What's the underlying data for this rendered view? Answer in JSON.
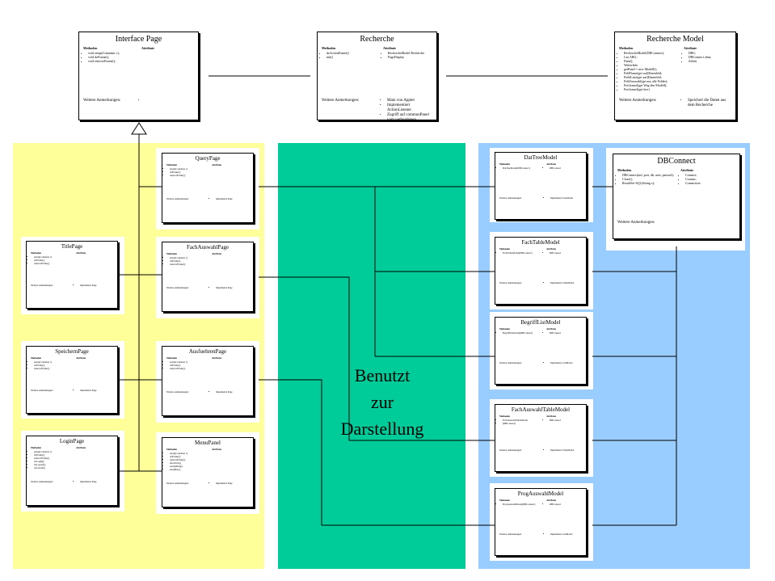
{
  "zones": {
    "yellow": "#ffff99",
    "green": "#00cc99",
    "blue": "#99ccff"
  },
  "center_label": [
    "Benutzt",
    "zur",
    "Darstellung"
  ],
  "boxes": {
    "interface_page": {
      "title": "Interface Page",
      "col1_head": "Methoden",
      "col1_items": [
        "void setup(Container c);",
        "void doFrame();",
        "void removeFrame();"
      ],
      "col2_head": "Attribute",
      "col2_items": [],
      "notes_label": "Weitere Anmerkungen:",
      "notes_items": [
        ""
      ]
    },
    "recherche": {
      "title": "Recherche",
      "col1_head": "Methoden",
      "col1_items": [
        "doActionFrame()",
        "init()"
      ],
      "col2_head": "Attribute",
      "col2_items": [
        "RechercheModel Recherche",
        "PageDisplay"
      ],
      "notes_label": "Weitere Anmerkungen:",
      "notes_items": [
        "Main von Applet",
        "Implementiert ActionListener",
        "Zugriff auf commonPanel vom verbundenen Elemente"
      ]
    },
    "recherche_model": {
      "title": "Recherche Model",
      "col1_head": "Methoden",
      "col1_items": [
        "RechercheModel(DBConnect);",
        "List ARG;",
        "Data();",
        "WeiterInfo",
        "getPanel = new Modell();",
        "FeldName(get auf)Datenfeld;",
        "FieldListe(get auf)Datenfeld;",
        "FeldAuswahl(get aus alle Felder);",
        "Freiformel(get Weg den Modell);",
        "Freiformel(get leer)"
      ],
      "col2_head": "Attribute",
      "col2_items": [
        "DBC;",
        "DBConnect alias;",
        "Zeilen"
      ],
      "notes_label": "Weitere Anmerkungen:",
      "notes_items": [
        "Speichert die Daten aus dem Recherche"
      ]
    },
    "dbconnect": {
      "title": "DBConnect",
      "col1_head": "Methoden",
      "col1_items": [
        "DBConnect(url, port, db, user, passwd);",
        "Close();",
        "ResultSet SQL(String s);"
      ],
      "col2_head": "Attribute",
      "col2_items": [
        "Connect;",
        "Comms;",
        "Connection"
      ],
      "notes_label": "Weitere Anmerkungen:",
      "notes_items": []
    },
    "query_page": {
      "title": "QueryPage",
      "col1_head": "Methoden",
      "col1_items": [
        "setup(Container c)",
        "doFrame();",
        "removeFrame();"
      ],
      "col2_head": "Attribute",
      "col2_items": [],
      "notes_label": "Weitere Anmerkungen:",
      "notes_items": [
        "implements Page"
      ]
    },
    "fach_auswahl_page": {
      "title": "FachAuswahlPage",
      "col1_head": "Methoden",
      "col1_items": [
        "setup(Container c)",
        "doFrame();",
        "removeFrame();"
      ],
      "col2_head": "Attribute",
      "col2_items": [],
      "notes_label": "Weitere Anmerkungen:",
      "notes_items": [
        "implements Page"
      ]
    },
    "aus_fuehren_page": {
      "title": "AusfuehrenPage",
      "col1_head": "Methoden",
      "col1_items": [
        "setup(Container c)",
        "doFrame();",
        "removeFrame();"
      ],
      "col2_head": "Attribute",
      "col2_items": [],
      "notes_label": "Weitere Anmerkungen:",
      "notes_items": [
        "implements Page"
      ]
    },
    "menu_panel": {
      "title": "MenuPanel",
      "col1_head": "Methoden",
      "col1_items": [
        "setup(Container c)",
        "doFrame();",
        "removeFrame();",
        "showInfo();",
        "setupMenu();",
        "setupBar();"
      ],
      "col2_head": "Attribute",
      "col2_items": [],
      "notes_label": "Weitere Anmerkungen:",
      "notes_items": [
        "implements Page"
      ]
    },
    "title_page": {
      "title": "TitlePage",
      "col1_head": "Methoden",
      "col1_items": [
        "setup(Container c)",
        "doFrame();",
        "removeFrame();"
      ],
      "col2_head": "Attribute",
      "col2_items": [],
      "notes_label": "Weitere Anmerkungen:",
      "notes_items": [
        "implements Page"
      ]
    },
    "speichern_page": {
      "title": "SpeichernPage",
      "col1_head": "Methoden",
      "col1_items": [
        "setup(Container c)",
        "doFrame();",
        "removeFrame();"
      ],
      "col2_head": "Attribute",
      "col2_items": [],
      "notes_label": "Weitere Anmerkungen:",
      "notes_items": [
        "implements Page"
      ]
    },
    "login_page": {
      "title": "LoginPage",
      "col1_head": "Methoden",
      "col1_items": [
        "setup(Container c)",
        "doFrame();",
        "removeFrame();",
        "doLogin();",
        "doLogout();",
        "doCancel();"
      ],
      "col2_head": "Attribute",
      "col2_items": [],
      "notes_label": "Weitere Anmerkungen:",
      "notes_items": [
        "implements Page"
      ]
    },
    "dat_tree_model": {
      "title": "DatTreeModel",
      "col1_head": "Methoden",
      "col1_items": [
        "DatTreeModel(DBConnect)"
      ],
      "col2_head": "Attribute",
      "col2_items": [
        "DBConnect"
      ],
      "notes_label": "Weitere Anmerkungen:",
      "notes_items": [
        "Implements TreeModel"
      ]
    },
    "fach_table_model": {
      "title": "FachTableModel",
      "col1_head": "Methoden",
      "col1_items": [
        "FachTableModel(DBConnect)"
      ],
      "col2_head": "Attribute",
      "col2_items": [
        "DBConnect"
      ],
      "notes_label": "Weitere Anmerkungen:",
      "notes_items": [
        "Implements TableModel"
      ]
    },
    "begriff_list_model": {
      "title": "BegriffListModel",
      "col1_head": "Methoden",
      "col1_items": [
        "BegriffListModel(DBConnect)"
      ],
      "col2_head": "Attribute",
      "col2_items": [
        "DBConnect"
      ],
      "notes_label": "Weitere Anmerkungen:",
      "notes_items": [
        "Implements ListModel"
      ]
    },
    "fach_auswahl_table_model": {
      "title": "FachAuswahlTableModel",
      "col1_head": "Methoden",
      "col1_items": [
        "FachAuswahlTableModel",
        "(DBConnect)"
      ],
      "col2_head": "Attribute",
      "col2_items": [
        "DBConnect"
      ],
      "notes_label": "Weitere Anmerkungen:",
      "notes_items": [
        "Implements TableModel"
      ]
    },
    "prog_auswahl_model": {
      "title": "ProgAuswahlModel",
      "col1_head": "Methoden",
      "col1_items": [
        "ProgAuswahlModel(DBConnect)"
      ],
      "col2_head": "Attribute",
      "col2_items": [
        "DBConnect"
      ],
      "notes_label": "Weitere Anmerkungen:",
      "notes_items": [
        "Implements ListModel"
      ]
    }
  }
}
